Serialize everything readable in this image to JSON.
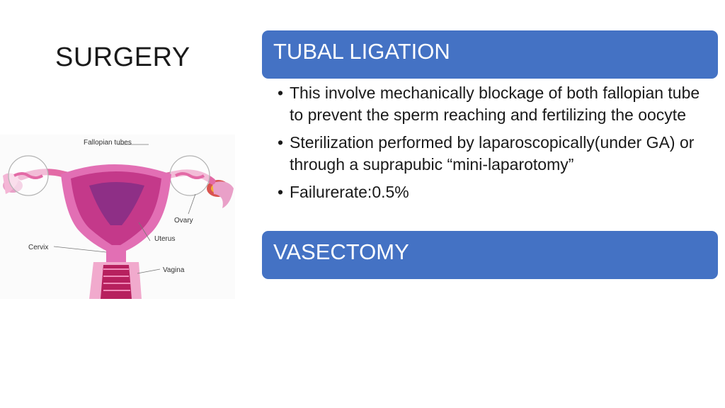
{
  "slide": {
    "title": "SURGERY"
  },
  "colors": {
    "header_bg": "#4472c4",
    "header_text": "#ffffff"
  },
  "sections": [
    {
      "heading": "TUBAL LIGATION",
      "bullets": [
        "This involve mechanically blockage of both fallopian tube to prevent the sperm reaching and fertilizing the oocyte",
        "Sterilization performed by laparoscopically(under GA) or through a suprapubic “mini-laparotomy”",
        "Failurerate:0.5%"
      ]
    },
    {
      "heading": "VASECTOMY"
    }
  ],
  "diagram": {
    "labels": {
      "fallopian_tubes": "Fallopian tubes",
      "ovary": "Ovary",
      "uterus": "Uterus",
      "cervix": "Cervix",
      "vagina": "Vagina"
    }
  }
}
